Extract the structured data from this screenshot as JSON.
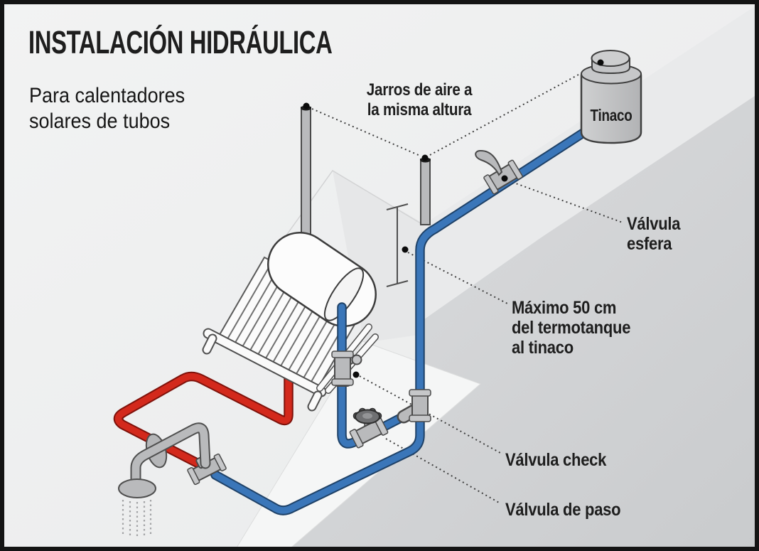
{
  "title": "INSTALACIÓN HIDRÁULICA",
  "subtitle": {
    "line1": "Para calentadores",
    "line2": "solares de tubos"
  },
  "callouts": {
    "air_jars": {
      "line1": "Jarros de aire a",
      "line2": "la misma altura"
    },
    "tinaco_label": "Tinaco",
    "ball_valve": {
      "line1": "Válvula",
      "line2": "esfera"
    },
    "max_height": {
      "line1": "Máximo 50 cm",
      "line2": "del termotanque",
      "line3": "al tinaco"
    },
    "check_valve": "Válvula check",
    "pass_valve": "Válvula de paso"
  },
  "colors": {
    "cold_pipe": "#3a76b9",
    "cold_pipe_outline": "#1f4268",
    "hot_pipe": "#d3291c",
    "hot_pipe_outline": "#7e120b",
    "fixture_gray": "#b9babc",
    "background": "#edeeef"
  }
}
